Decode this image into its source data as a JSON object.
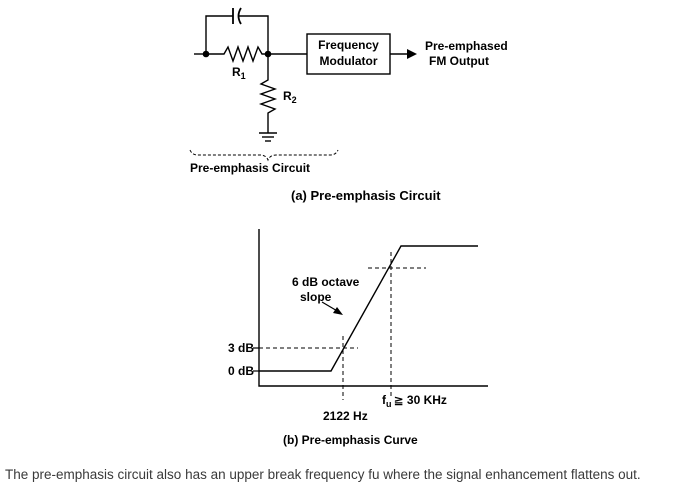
{
  "circuit": {
    "r1": {
      "letter": "R",
      "sub": "1"
    },
    "r2": {
      "letter": "R",
      "sub": "2"
    },
    "modulator_line1": "Frequency",
    "modulator_line2": "Modulator",
    "output_line1": "Pre-emphased",
    "output_line2": "FM Output",
    "bracket_label": "Pre-emphasis Circuit",
    "caption": "(a) Pre-emphasis Circuit"
  },
  "curve": {
    "y_tick_3db": "3 dB",
    "y_tick_0db": "0 dB",
    "slope_line1": "6 dB octave",
    "slope_line2": "slope",
    "fu_letter": "f",
    "fu_sub": "u",
    "fu_value": "≧ 30 KHz",
    "f_low": "2122 Hz",
    "caption": "(b) Pre-emphasis Curve"
  },
  "paragraph": "The pre-emphasis circuit also has an upper break frequency fu where the signal enhancement flattens out."
}
